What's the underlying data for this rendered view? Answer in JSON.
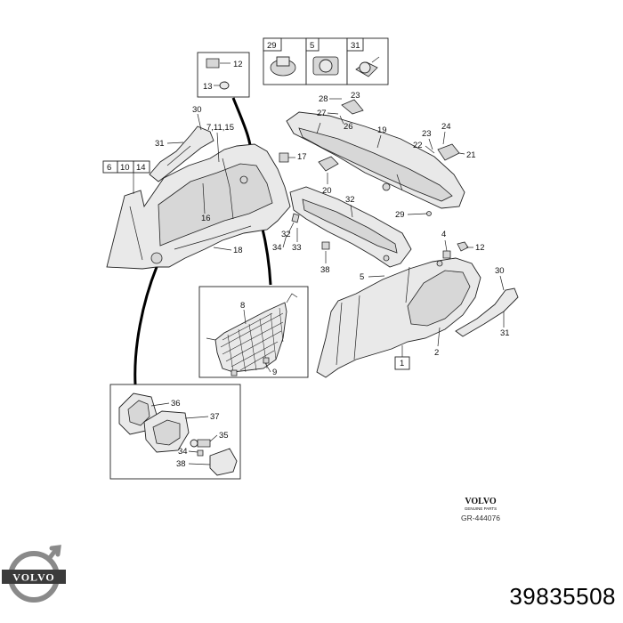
{
  "callouts": {
    "c29_box": "29",
    "c5_box": "5",
    "c31_box": "31",
    "c12_top": "12",
    "c13": "13",
    "c30_left": "30",
    "c31_left": "31",
    "c7_11_15": "7,11,15",
    "c17": "17",
    "c16": "16",
    "c18": "18",
    "c6": "6",
    "c10": "10",
    "c14": "14",
    "c28": "28",
    "c23_top": "23",
    "c27": "27",
    "c26": "26",
    "c19": "19",
    "c24": "24",
    "c22": "22",
    "c23_mid": "23",
    "c21": "21",
    "c20": "20",
    "c32_right": "32",
    "c29_right": "29",
    "c32_left": "32",
    "c34_left": "34",
    "c33": "33",
    "c38": "38",
    "c4": "4",
    "c12_right": "12",
    "c5_panel": "5",
    "c30_right": "30",
    "c31_right": "31",
    "c2": "2",
    "c1": "1",
    "c8": "8",
    "c9": "9",
    "c36": "36",
    "c37": "37",
    "c35": "35",
    "c34_detail": "34",
    "c38_detail": "38"
  },
  "brand": {
    "name": "VOLVO",
    "sub": "GENUINE PARTS",
    "ref": "GR-444076"
  },
  "logo": {
    "text": "VOLVO",
    "color": "#3b3b3b",
    "ring": "#8a8a8a"
  },
  "part_number": "39835508"
}
